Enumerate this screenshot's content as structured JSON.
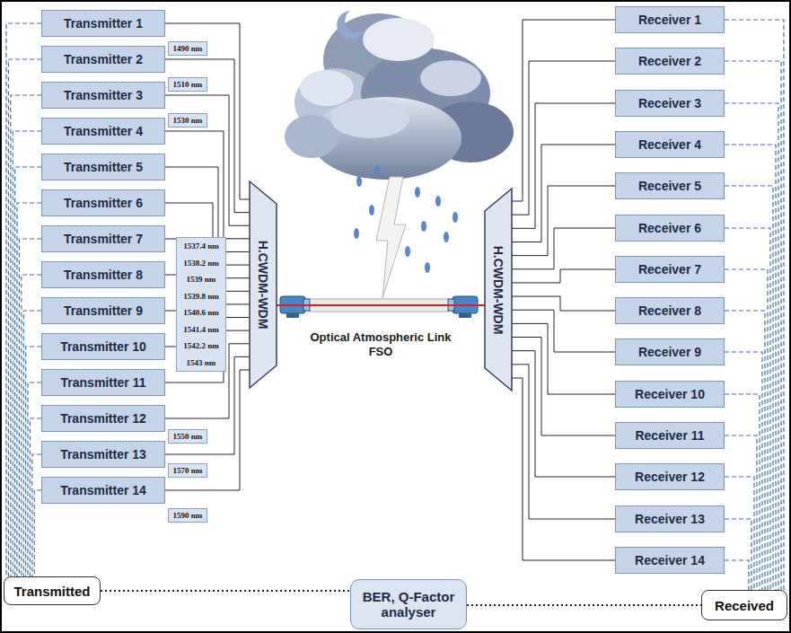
{
  "diagram": {
    "nodes": [
      {
        "text": [
          "Transmitter 1"
        ]
      },
      {
        "text": [
          "Transmitter 2"
        ]
      },
      {
        "text": [
          "Transmitter 3"
        ]
      },
      {
        "text": [
          "Transmitter 4"
        ]
      },
      {
        "text": [
          "Transmitter 5"
        ]
      },
      {
        "text": [
          "Transmitter 6"
        ]
      },
      {
        "text": [
          "Transmitter 7"
        ]
      },
      {
        "text": [
          "Transmitter 8"
        ]
      },
      {
        "text": [
          "Transmitter 9"
        ]
      },
      {
        "text": [
          "Transmitter 10"
        ]
      },
      {
        "text": [
          "Transmitter 11"
        ]
      },
      {
        "text": [
          "Transmitter 12"
        ]
      },
      {
        "text": [
          "Transmitter 13"
        ]
      },
      {
        "text": [
          "Transmitter 14"
        ]
      },
      {
        "text": [
          "1490 nm"
        ]
      },
      {
        "text": [
          "1510 nm"
        ]
      },
      {
        "text": [
          "1530 nm"
        ]
      },
      {
        "text": [
          "1537.4 nm",
          "1538.2 nm",
          "1539 nm",
          "1539.8 nm",
          "1540.6 nm",
          "1541.4 nm",
          "1542.2 nm",
          "1543 nm"
        ]
      },
      {
        "text": [
          "1550 nm"
        ]
      },
      {
        "text": [
          "1570 nm"
        ]
      },
      {
        "text": [
          "1590 nm"
        ]
      },
      {
        "text": [
          "H.CWDM-WDM"
        ]
      },
      {
        "text": [
          "H.CWDM-WDM"
        ]
      },
      {
        "text": [
          "Receiver 1"
        ]
      },
      {
        "text": [
          "Receiver 2"
        ]
      },
      {
        "text": [
          "Receiver 3"
        ]
      },
      {
        "text": [
          "Receiver 4"
        ]
      },
      {
        "text": [
          "Receiver 5"
        ]
      },
      {
        "text": [
          "Receiver 6"
        ]
      },
      {
        "text": [
          "Receiver 7"
        ]
      },
      {
        "text": [
          "Receiver 8"
        ]
      },
      {
        "text": [
          "Receiver 9"
        ]
      },
      {
        "text": [
          "Receiver 10"
        ]
      },
      {
        "text": [
          "Receiver 11"
        ]
      },
      {
        "text": [
          "Receiver 12"
        ]
      },
      {
        "text": [
          "Receiver 13"
        ]
      },
      {
        "text": [
          "Receiver 14"
        ]
      },
      {
        "text": [
          "Transmitted"
        ]
      },
      {
        "text": [
          "BER, Q-Factor analyser"
        ]
      },
      {
        "text": [
          "Received"
        ]
      }
    ],
    "edges": [
      {
        "from": 0,
        "to": 21,
        "arrow": "none"
      },
      {
        "from": 1,
        "to": 21,
        "arrow": "none"
      },
      {
        "from": 2,
        "to": 21,
        "arrow": "none"
      },
      {
        "from": 3,
        "to": 21,
        "arrow": "none"
      },
      {
        "from": 4,
        "to": 21,
        "arrow": "none"
      },
      {
        "from": 5,
        "to": 21,
        "arrow": "none"
      },
      {
        "from": 6,
        "to": 21,
        "arrow": "none"
      },
      {
        "from": 7,
        "to": 21,
        "arrow": "none"
      },
      {
        "from": 8,
        "to": 21,
        "arrow": "none"
      },
      {
        "from": 9,
        "to": 21,
        "arrow": "none"
      },
      {
        "from": 10,
        "to": 21,
        "arrow": "none"
      },
      {
        "from": 11,
        "to": 21,
        "arrow": "none"
      },
      {
        "from": 12,
        "to": 21,
        "arrow": "none"
      },
      {
        "from": 13,
        "to": 21,
        "arrow": "none"
      },
      {
        "from": 21,
        "to": 22,
        "arrow": "none",
        "label": "Optical Atmospheric Link FSO"
      },
      {
        "from": 22,
        "to": 23,
        "arrow": "none"
      },
      {
        "from": 22,
        "to": 24,
        "arrow": "none"
      },
      {
        "from": 22,
        "to": 25,
        "arrow": "none"
      },
      {
        "from": 22,
        "to": 26,
        "arrow": "none"
      },
      {
        "from": 22,
        "to": 27,
        "arrow": "none"
      },
      {
        "from": 22,
        "to": 28,
        "arrow": "none"
      },
      {
        "from": 22,
        "to": 29,
        "arrow": "none"
      },
      {
        "from": 22,
        "to": 30,
        "arrow": "none"
      },
      {
        "from": 22,
        "to": 31,
        "arrow": "none"
      },
      {
        "from": 22,
        "to": 32,
        "arrow": "none"
      },
      {
        "from": 22,
        "to": 33,
        "arrow": "none"
      },
      {
        "from": 22,
        "to": 34,
        "arrow": "none"
      },
      {
        "from": 22,
        "to": 35,
        "arrow": "none"
      },
      {
        "from": 22,
        "to": 36,
        "arrow": "none"
      },
      {
        "from": 0,
        "to": 37,
        "arrow": "none"
      },
      {
        "from": 1,
        "to": 37,
        "arrow": "none"
      },
      {
        "from": 2,
        "to": 37,
        "arrow": "none"
      },
      {
        "from": 3,
        "to": 37,
        "arrow": "none"
      },
      {
        "from": 4,
        "to": 37,
        "arrow": "none"
      },
      {
        "from": 5,
        "to": 37,
        "arrow": "none"
      },
      {
        "from": 6,
        "to": 37,
        "arrow": "none"
      },
      {
        "from": 7,
        "to": 37,
        "arrow": "none"
      },
      {
        "from": 8,
        "to": 37,
        "arrow": "none"
      },
      {
        "from": 9,
        "to": 37,
        "arrow": "none"
      },
      {
        "from": 10,
        "to": 37,
        "arrow": "none"
      },
      {
        "from": 11,
        "to": 37,
        "arrow": "none"
      },
      {
        "from": 12,
        "to": 37,
        "arrow": "none"
      },
      {
        "from": 13,
        "to": 37,
        "arrow": "none"
      },
      {
        "from": 23,
        "to": 39,
        "arrow": "none"
      },
      {
        "from": 24,
        "to": 39,
        "arrow": "none"
      },
      {
        "from": 25,
        "to": 39,
        "arrow": "none"
      },
      {
        "from": 26,
        "to": 39,
        "arrow": "none"
      },
      {
        "from": 27,
        "to": 39,
        "arrow": "none"
      },
      {
        "from": 28,
        "to": 39,
        "arrow": "none"
      },
      {
        "from": 29,
        "to": 39,
        "arrow": "none"
      },
      {
        "from": 30,
        "to": 39,
        "arrow": "none"
      },
      {
        "from": 31,
        "to": 39,
        "arrow": "none"
      },
      {
        "from": 32,
        "to": 39,
        "arrow": "none"
      },
      {
        "from": 33,
        "to": 39,
        "arrow": "none"
      },
      {
        "from": 34,
        "to": 39,
        "arrow": "none"
      },
      {
        "from": 35,
        "to": 39,
        "arrow": "none"
      },
      {
        "from": 36,
        "to": 39,
        "arrow": "none"
      },
      {
        "from": 37,
        "to": 38,
        "arrow": "none"
      },
      {
        "from": 38,
        "to": 39,
        "arrow": "none"
      }
    ]
  }
}
